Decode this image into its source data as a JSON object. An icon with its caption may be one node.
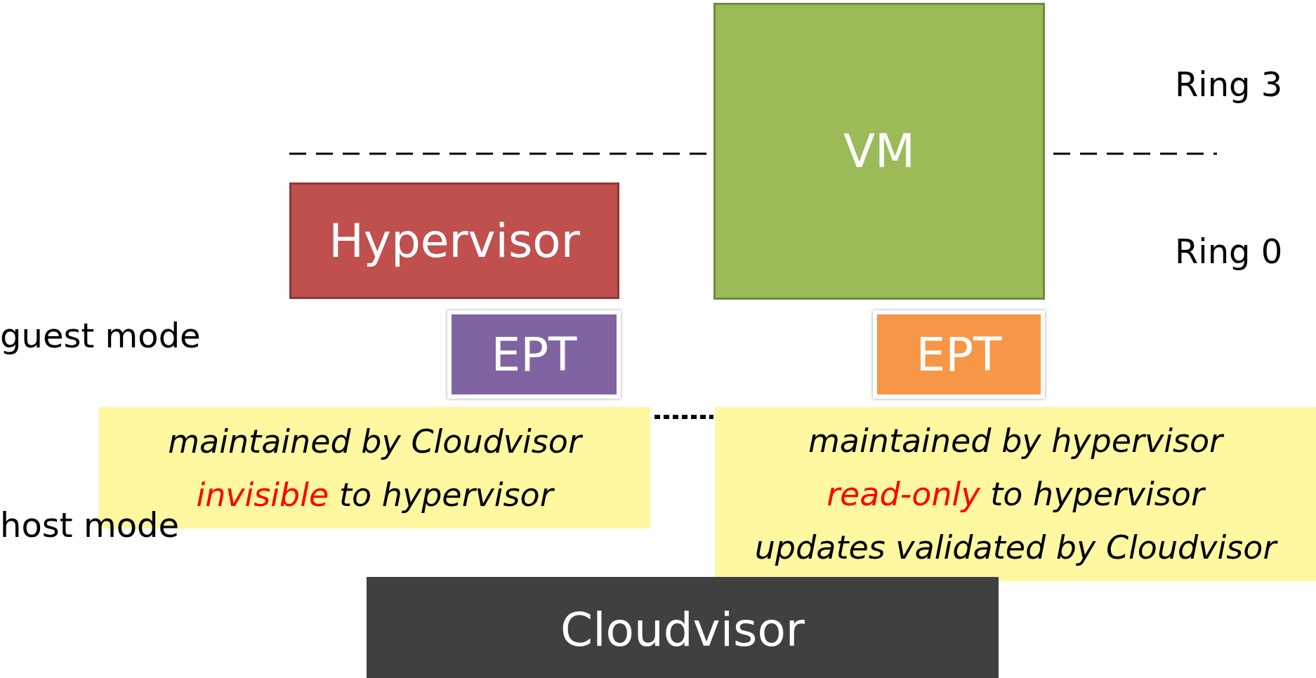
{
  "diagram": {
    "nodes": [
      {
        "text": [
          "VM"
        ]
      },
      {
        "text": [
          "Hypervisor"
        ]
      },
      {
        "text": [
          "EPT"
        ]
      },
      {
        "text": [
          "EPT"
        ]
      },
      {
        "text": [
          "maintained by Cloudvisor",
          "**invisible** to hypervisor"
        ]
      },
      {
        "text": [
          "maintained by hypervisor",
          "**read-only** to hypervisor",
          "updates validated by Cloudvisor"
        ]
      },
      {
        "text": [
          "Cloudvisor"
        ]
      }
    ],
    "labels": [
      "Ring 3",
      "Ring 0",
      "guest mode",
      "host mode"
    ]
  }
}
